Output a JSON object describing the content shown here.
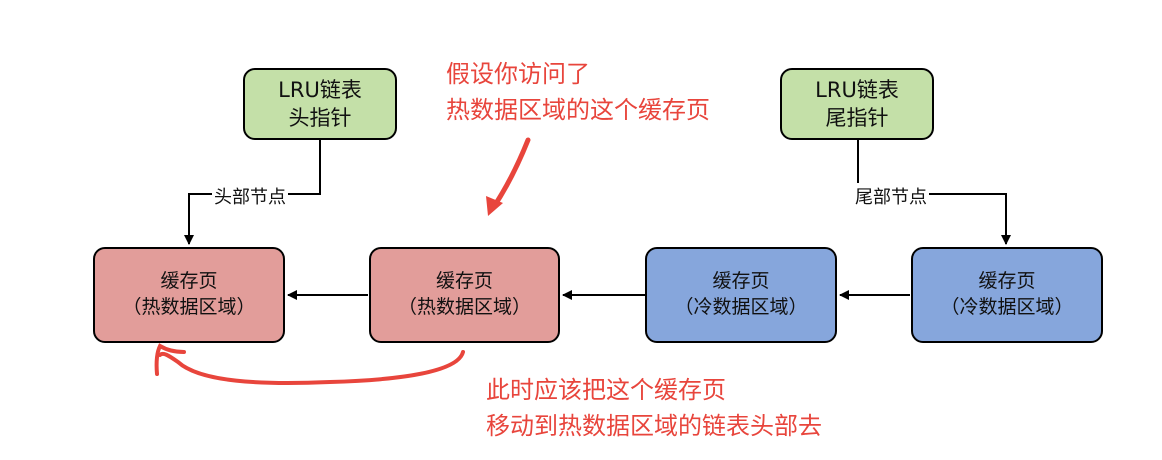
{
  "head_pointer": {
    "line1": "LRU链表",
    "line2": "头指针"
  },
  "tail_pointer": {
    "line1": "LRU链表",
    "line2": "尾指针"
  },
  "head_node_label": "头部节点",
  "tail_node_label": "尾部节点",
  "pages": [
    {
      "title": "缓存页",
      "region": "（热数据区域）",
      "kind": "hot"
    },
    {
      "title": "缓存页",
      "region": "（热数据区域）",
      "kind": "hot"
    },
    {
      "title": "缓存页",
      "region": "（冷数据区域）",
      "kind": "cold"
    },
    {
      "title": "缓存页",
      "region": "（冷数据区域）",
      "kind": "cold"
    }
  ],
  "annotations": {
    "access_note": [
      "假设你访问了",
      "热数据区域的这个缓存页"
    ],
    "move_note": [
      "此时应该把这个缓存页",
      "移动到热数据区域的链表头部去"
    ]
  },
  "colors": {
    "hot": "#e29d9a",
    "cold": "#86a6dc",
    "pointer": "#c4e0a8",
    "annotation": "#e8453c"
  }
}
